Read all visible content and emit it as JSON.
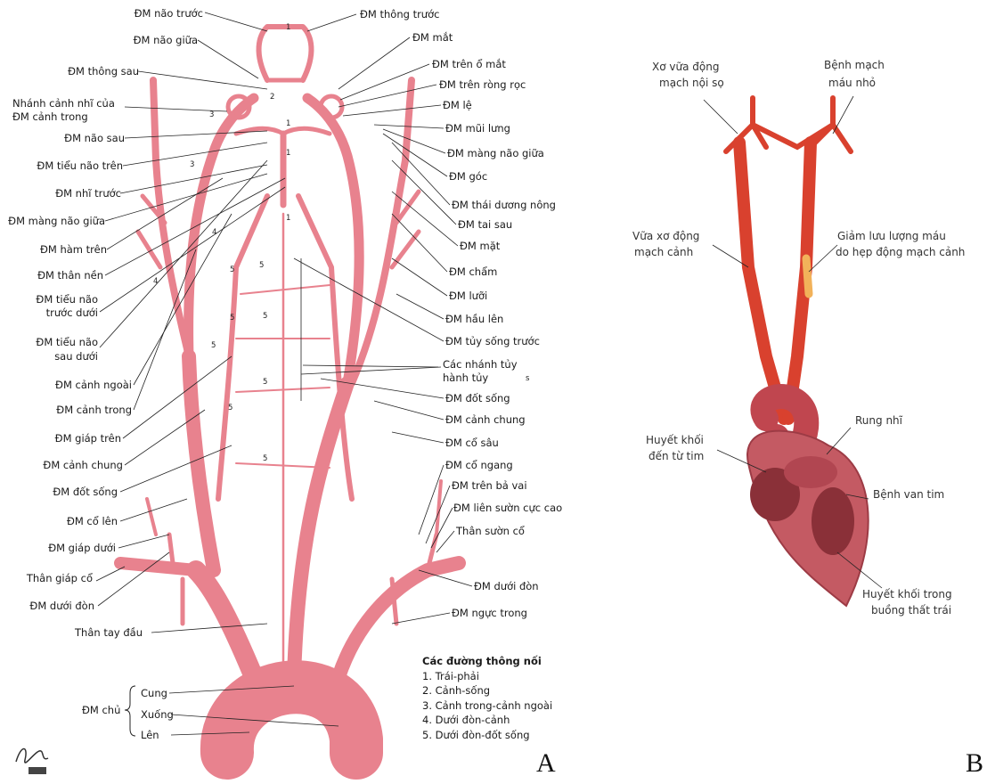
{
  "panelA": {
    "letter": "A",
    "left_labels": [
      "ĐM não trước",
      "ĐM não giữa",
      "ĐM thông sau",
      "Nhánh cảnh nhĩ của",
      "ĐM cảnh trong",
      "ĐM não sau",
      "ĐM tiểu não trên",
      "ĐM nhĩ trước",
      "ĐM màng não giữa",
      "ĐM hàm trên",
      "ĐM thân nền",
      "ĐM tiểu não",
      "trước dưới",
      "ĐM tiểu não",
      "sau dưới",
      "ĐM cảnh ngoài",
      "ĐM cảnh trong",
      "ĐM giáp trên",
      "ĐM cảnh chung",
      "ĐM đốt sống",
      "ĐM cổ lên",
      "ĐM giáp dưới",
      "Thân giáp cổ",
      "ĐM dưới đòn",
      "Thân tay đầu"
    ],
    "right_labels": [
      "ĐM thông trước",
      "ĐM mắt",
      "ĐM trên ổ mắt",
      "ĐM trên ròng rọc",
      "ĐM lệ",
      "ĐM mũi lưng",
      "ĐM màng não giữa",
      "ĐM góc",
      "ĐM thái dương nông",
      "ĐM tai sau",
      "ĐM mặt",
      "ĐM chẩm",
      "ĐM lưỡi",
      "ĐM hầu lên",
      "ĐM tủy sống trước",
      "Các nhánh tủy",
      "hành tủy",
      "ĐM đốt sống",
      "ĐM cảnh chung",
      "ĐM cổ sâu",
      "ĐM cổ ngang",
      "ĐM trên bả vai",
      "ĐM liên sườn cực cao",
      "Thân sườn cổ",
      "ĐM dưới đòn",
      "ĐM ngực trong"
    ],
    "aorta": {
      "label": "ĐM chủ",
      "parts": [
        "Cung",
        "Xuống",
        "Lên"
      ]
    },
    "legend": {
      "title": "Các đường thông nối",
      "items": [
        "1. Trái-phải",
        "2. Cảnh-sống",
        "3. Cảnh trong-cảnh ngoài",
        "4. Dưới đòn-cảnh",
        "5. Dưới đòn-đốt sống"
      ]
    },
    "numbers": [
      "1",
      "2",
      "1",
      "3",
      "3",
      "1",
      "1",
      "4",
      "4",
      "5",
      "5",
      "5",
      "5",
      "5",
      "5",
      "5",
      "5"
    ],
    "stray_mark": "s"
  },
  "panelB": {
    "letter": "B",
    "labels": [
      "Xơ vữa động",
      "mạch nội sọ",
      "Bệnh mạch",
      "máu nhỏ",
      "Vữa xơ động",
      "mạch cảnh",
      "Giảm lưu lượng máu",
      "do hẹp động mạch cảnh",
      "Rung nhĩ",
      "Huyết khối",
      "đến từ tim",
      "Bệnh van tim",
      "Huyết khối trong",
      "buồng thất trái"
    ]
  },
  "colors": {
    "artery": "#e8828e",
    "artery_dark": "#c9566a",
    "heart": "#c0464f",
    "red_vessel": "#d9412e",
    "line": "#222222"
  }
}
